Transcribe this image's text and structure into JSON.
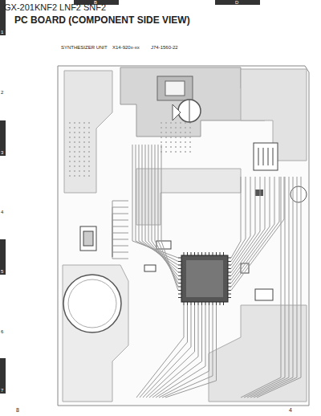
{
  "diagram": {
    "title": "GX-201KNF2 LNF2 SNF2",
    "labels": [
      "PC BOARD (COMPONENT SIDE VIEW)",
      "SYNTHESIZER UNIT",
      "X14-920x-xx",
      "J74-1560-22",
      "B",
      "D",
      "1",
      "2",
      "3",
      "4",
      "5",
      "6",
      "7",
      "8",
      "4"
    ]
  }
}
